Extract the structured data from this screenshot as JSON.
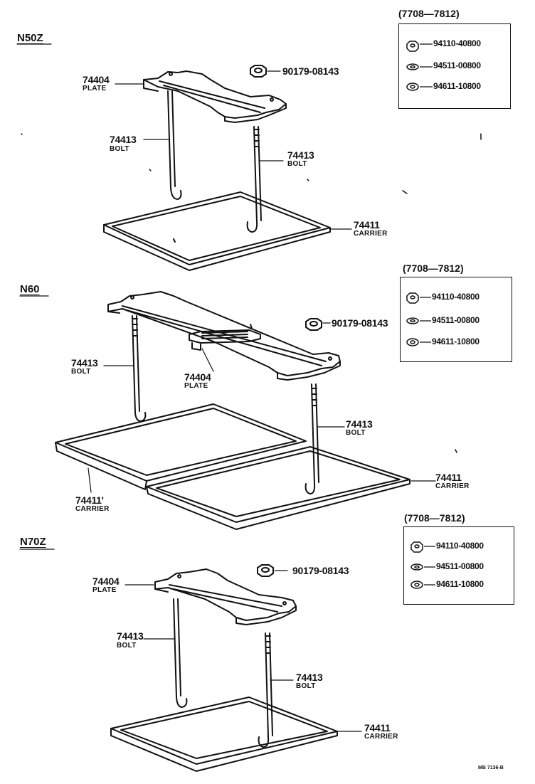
{
  "sections": {
    "n50z": {
      "model": "N50Z",
      "plate": {
        "number": "74404",
        "name": "PLATE"
      },
      "bolt_left": {
        "number": "74413",
        "name": "BOLT"
      },
      "bolt_right": {
        "number": "74413",
        "name": "BOLT"
      },
      "carrier": {
        "number": "74411",
        "name": "CARRIER"
      },
      "nut": "90179-08143",
      "alt_range": "(7708—7812)",
      "alt_parts": [
        "94110-40800",
        "94511-00800",
        "94611-10800"
      ]
    },
    "n60": {
      "model": "N60",
      "plate": {
        "number": "74404",
        "name": "PLATE"
      },
      "bolt_left": {
        "number": "74413",
        "name": "BOLT"
      },
      "bolt_right": {
        "number": "74413",
        "name": "BOLT"
      },
      "carrier": {
        "number": "74411",
        "name": "CARRIER"
      },
      "carrier_alt": {
        "number": "74411'",
        "name": "CARRIER"
      },
      "nut": "90179-08143",
      "alt_range": "(7708—7812)",
      "alt_parts": [
        "94110-40800",
        "94511-00800",
        "94611-10800"
      ]
    },
    "n70z": {
      "model": "N70Z",
      "plate": {
        "number": "74404",
        "name": "PLATE"
      },
      "bolt_left": {
        "number": "74413",
        "name": "BOLT"
      },
      "bolt_right": {
        "number": "74413",
        "name": "BOLT"
      },
      "carrier": {
        "number": "74411",
        "name": "CARRIER"
      },
      "nut": "90179-08143",
      "alt_range": "(7708—7812)",
      "alt_parts": [
        "94110-40800",
        "94511-00800",
        "94611-10800"
      ]
    }
  },
  "figure_code": "MB 7136-B"
}
